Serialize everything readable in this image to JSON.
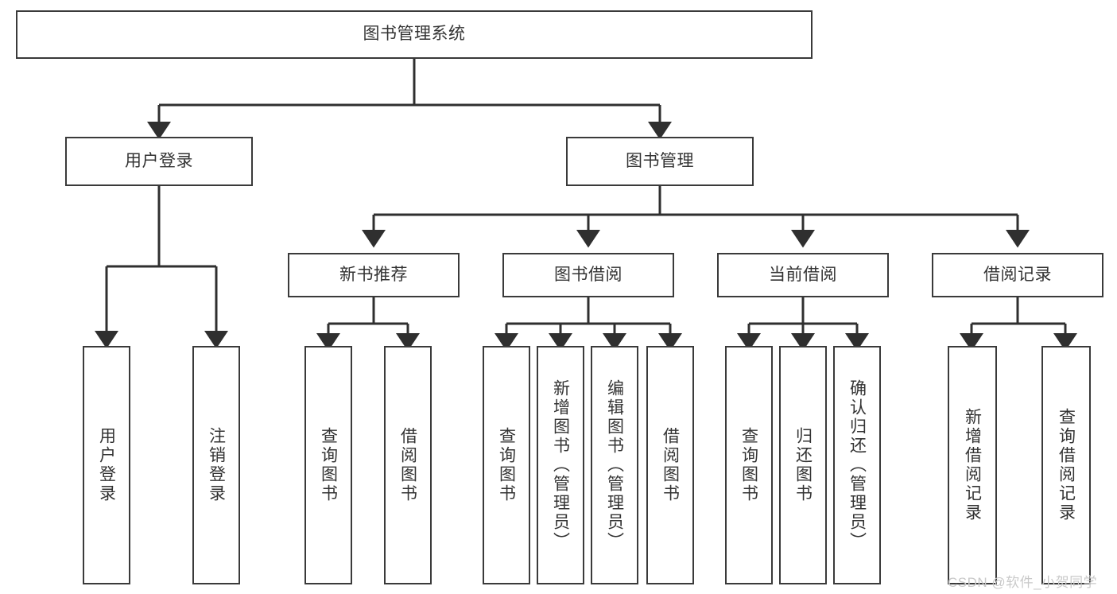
{
  "diagram": {
    "title": "图书管理系统",
    "type": "tree-hierarchy-chart",
    "colors": {
      "box_border": "#3a3a3a",
      "box_fill": "#ffffff",
      "connector": "#2f2f2f",
      "text": "#333333",
      "watermark": "#c9c9c9",
      "background": "#ffffff"
    },
    "root": {
      "id": "root",
      "label": "图书管理系统",
      "orientation": "horizontal"
    },
    "level2": [
      {
        "id": "user-login",
        "label": "用户登录",
        "orientation": "horizontal"
      },
      {
        "id": "book-manage",
        "label": "图书管理",
        "orientation": "horizontal"
      }
    ],
    "level3": [
      {
        "id": "new-book-recommend",
        "label": "新书推荐",
        "orientation": "horizontal",
        "parent": "book-manage"
      },
      {
        "id": "book-borrow",
        "label": "图书借阅",
        "orientation": "horizontal",
        "parent": "book-manage"
      },
      {
        "id": "current-borrow",
        "label": "当前借阅",
        "orientation": "horizontal",
        "parent": "book-manage"
      },
      {
        "id": "borrow-record",
        "label": "借阅记录",
        "orientation": "horizontal",
        "parent": "book-manage"
      }
    ],
    "leaves": [
      {
        "id": "leaf-user-login",
        "label": "用户登录",
        "parent": "user-login"
      },
      {
        "id": "leaf-logout-login",
        "label": "注销登录",
        "parent": "user-login"
      },
      {
        "id": "leaf-query-book-1",
        "label": "查询图书",
        "parent": "new-book-recommend"
      },
      {
        "id": "leaf-borrow-book-1",
        "label": "借阅图书",
        "parent": "new-book-recommend"
      },
      {
        "id": "leaf-query-book-2",
        "label": "查询图书",
        "parent": "book-borrow"
      },
      {
        "id": "leaf-add-book",
        "label": "新增图书（管理员）",
        "parent": "book-borrow"
      },
      {
        "id": "leaf-edit-book",
        "label": "编辑图书（管理员）",
        "parent": "book-borrow"
      },
      {
        "id": "leaf-borrow-book-2",
        "label": "借阅图书",
        "parent": "book-borrow"
      },
      {
        "id": "leaf-query-book-3",
        "label": "查询图书",
        "parent": "current-borrow"
      },
      {
        "id": "leaf-return-book",
        "label": "归还图书",
        "parent": "current-borrow"
      },
      {
        "id": "leaf-confirm-return",
        "label": "确认归还（管理员）",
        "parent": "current-borrow"
      },
      {
        "id": "leaf-add-record",
        "label": "新增借阅记录",
        "parent": "borrow-record"
      },
      {
        "id": "leaf-query-record",
        "label": "查询借阅记录",
        "parent": "borrow-record"
      }
    ],
    "watermark": "CSDN @软件_小贺同学"
  }
}
